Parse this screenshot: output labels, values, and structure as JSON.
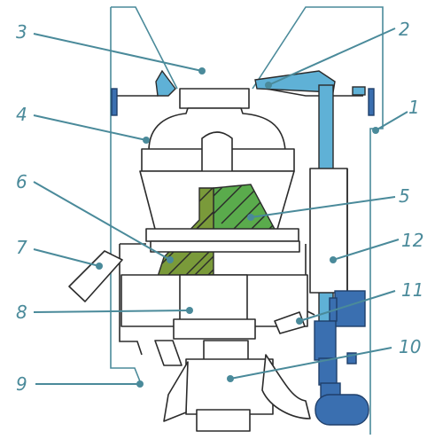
{
  "callouts": [
    {
      "id": "1",
      "label": "1"
    },
    {
      "id": "2",
      "label": "2"
    },
    {
      "id": "3",
      "label": "3"
    },
    {
      "id": "4",
      "label": "4"
    },
    {
      "id": "5",
      "label": "5"
    },
    {
      "id": "6",
      "label": "6"
    },
    {
      "id": "7",
      "label": "7"
    },
    {
      "id": "8",
      "label": "8"
    },
    {
      "id": "9",
      "label": "9"
    },
    {
      "id": "10",
      "label": "10"
    },
    {
      "id": "11",
      "label": "11"
    },
    {
      "id": "12",
      "label": "12"
    }
  ],
  "colors": {
    "outline": "#4a8a9a",
    "pipe": "#5fb1d6",
    "motor": "#3a6fb0",
    "liner_green": "#5aab4c",
    "liner_olive": "#7a9a3a"
  }
}
